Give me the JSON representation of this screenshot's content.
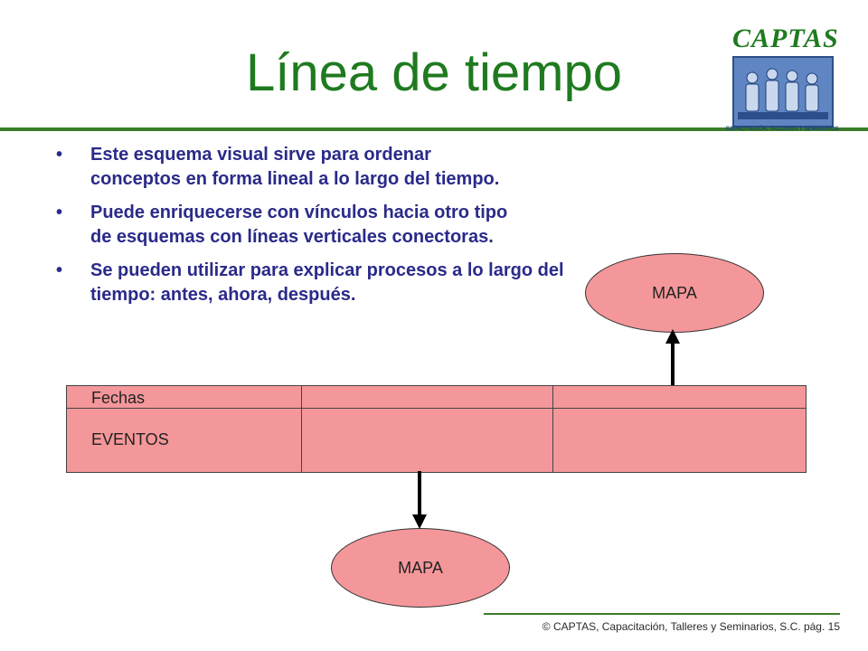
{
  "slide": {
    "title": "Línea de tiempo",
    "logo": {
      "name": "CAPTAS",
      "subtitle": "CAPACITACIÓN, TALLERES Y SEMINARIOS"
    },
    "bullets": [
      "Este esquema visual sirve para ordenar conceptos en forma lineal a lo largo del tiempo.",
      "Puede enriquecerse con vínculos hacia otro tipo de esquemas con líneas verticales conectoras.",
      "Se pueden utilizar para explicar procesos a lo largo del tiempo: antes, ahora, después."
    ],
    "bullet_symbol": "•",
    "diagram": {
      "row_labels": {
        "dates": "Fechas",
        "events": "EVENTOS"
      },
      "top_node": "MAPA",
      "bottom_node": "MAPA"
    },
    "footer": "© CAPTAS, Capacitación, Talleres y Seminarios, S.C.  pág. 15",
    "colors": {
      "title": "#1f7a1f",
      "bullet_text": "#2a2a8a",
      "timeline_fill": "#f4979a",
      "rule": "#3a7d2a"
    }
  }
}
